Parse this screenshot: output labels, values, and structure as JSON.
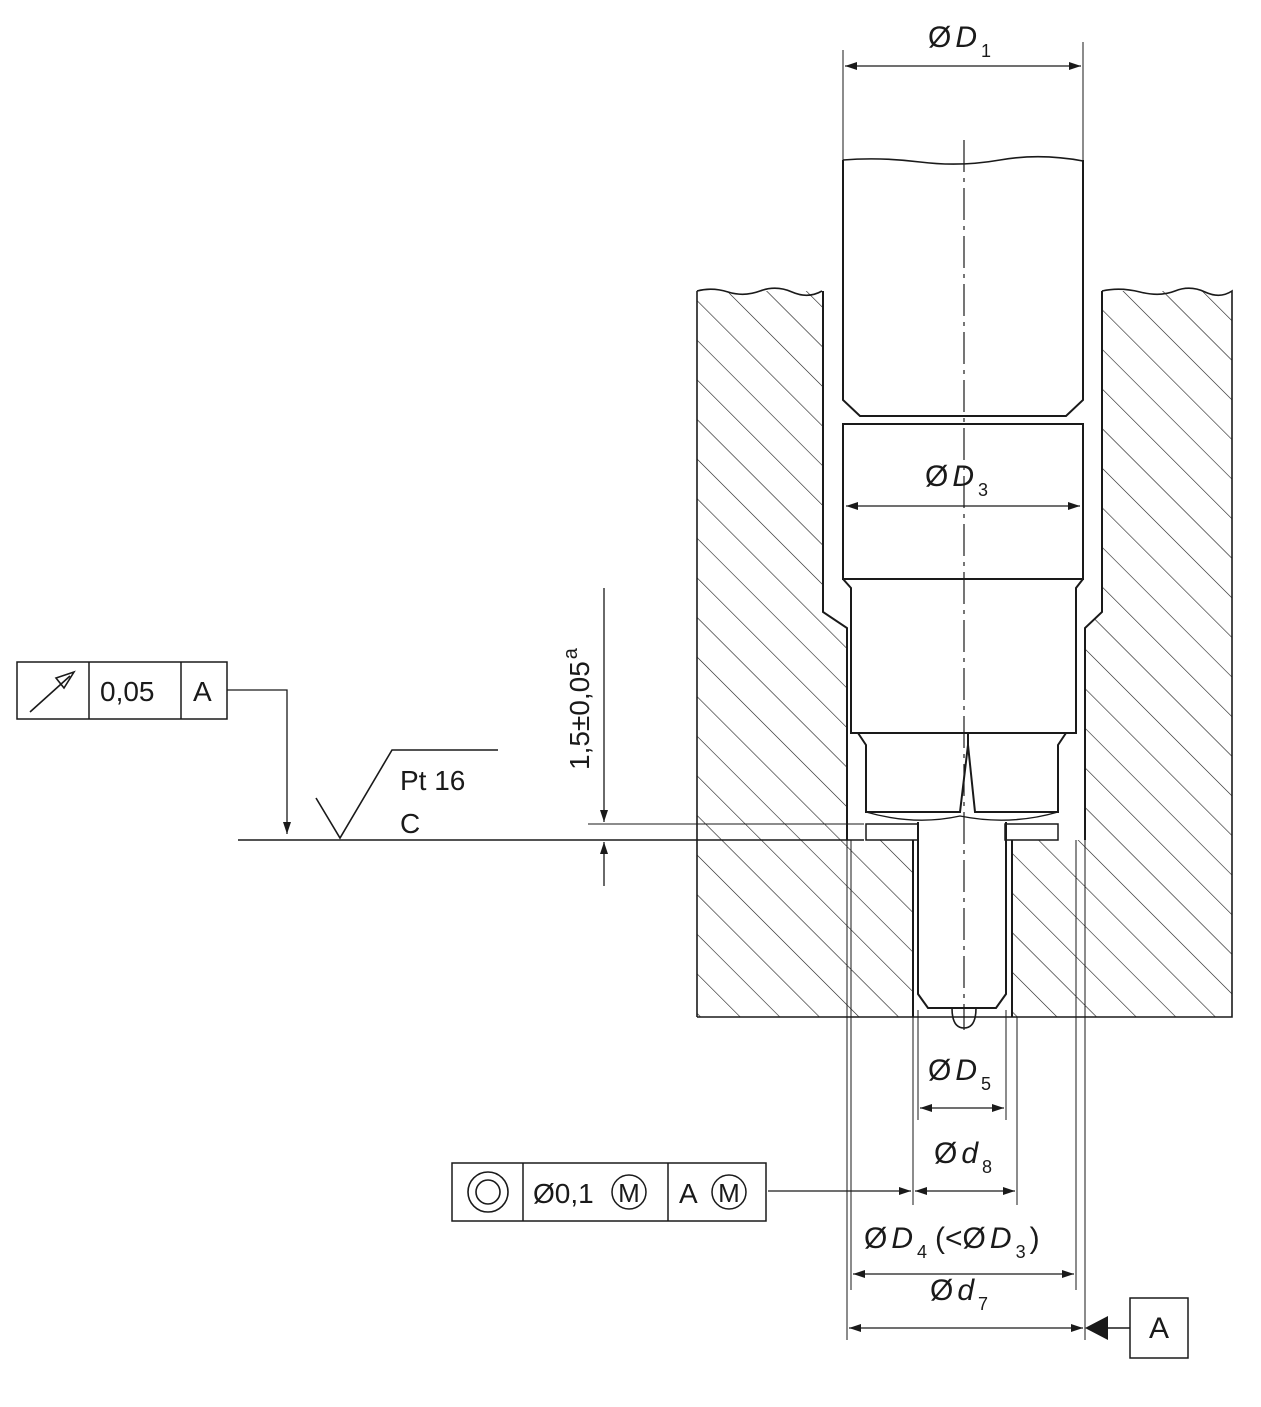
{
  "labels": {
    "D1_sym": "Ø",
    "D1_var": "D",
    "D1_sub": "1",
    "D3_sym": "Ø",
    "D3_var": "D",
    "D3_sub": "3",
    "D5_sym": "Ø",
    "D5_var": "D",
    "D5_sub": "5",
    "d8_sym": "Ø",
    "d8_var": "d",
    "d8_sub": "8",
    "D4_sym": "Ø",
    "D4_var": "D",
    "D4_sub": "4",
    "D4_paren_open": "(<",
    "D4_ref_sym": "Ø",
    "D4_ref_var": "D",
    "D4_ref_sub": "3",
    "D4_paren_close": ")",
    "d7_sym": "Ø",
    "d7_var": "d",
    "d7_sub": "7"
  },
  "runout_frame": {
    "tolerance": "0,05",
    "datum": "A"
  },
  "concentricity_frame": {
    "tolerance": "Ø0,1",
    "modifier": "M",
    "datum": "A",
    "datum_modifier": "M"
  },
  "surface_finish": {
    "value": "Pt 16",
    "method": "C"
  },
  "height_dim": {
    "value": "1,5±0,05",
    "note": "a"
  },
  "datum_box": {
    "label": "A"
  }
}
